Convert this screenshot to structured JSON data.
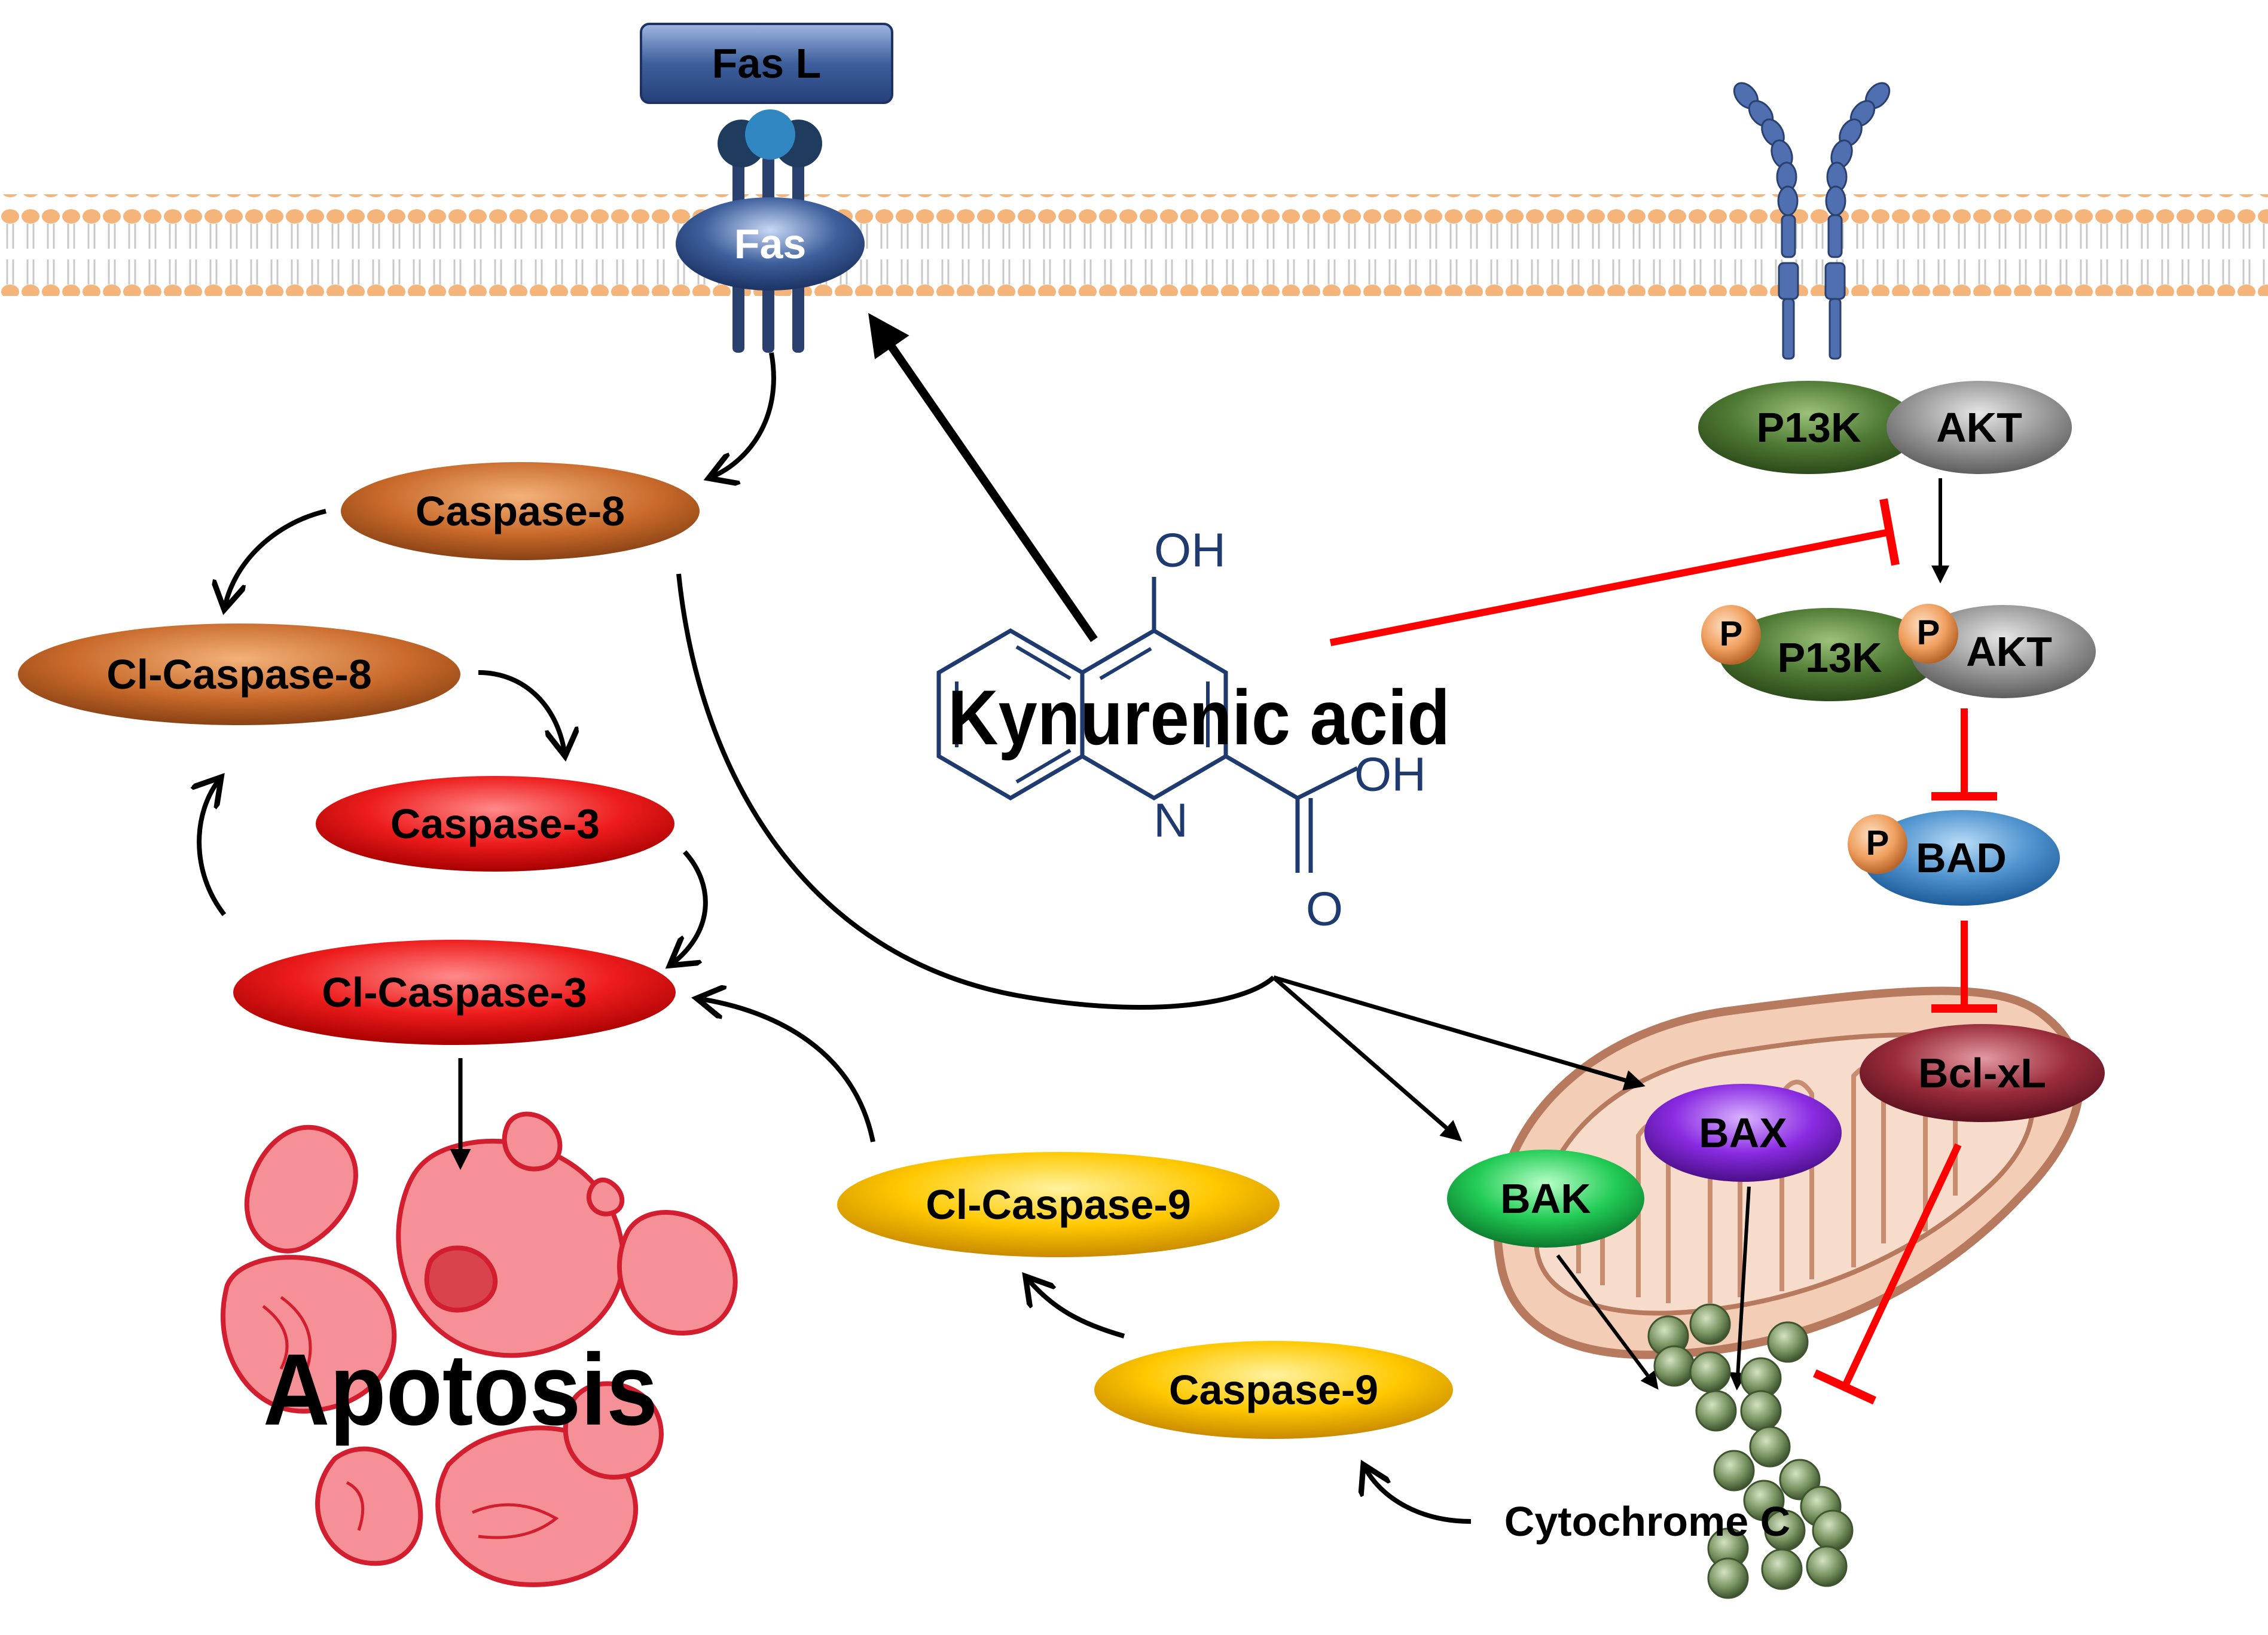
{
  "labels": {
    "fasl": "Fas L",
    "fas": "Fas",
    "caspase8": "Caspase-8",
    "cl_caspase8": "Cl-Caspase-8",
    "caspase3": "Caspase-3",
    "cl_caspase3": "Cl-Caspase-3",
    "cl_caspase9": "Cl-Caspase-9",
    "caspase9": "Caspase-9",
    "pi3k": "P13K",
    "akt": "AKT",
    "p_pi3k": "P13K",
    "p_akt": "AKT",
    "bad": "BAD",
    "bclxl": "Bcl-xL",
    "bax": "BAX",
    "bak": "BAK",
    "phospho": "P",
    "cytochrome": "Cytochrome C",
    "apoptosis": "Apotosis",
    "drug": "Kynurenic acid",
    "oh_top": "OH",
    "oh_side": "OH",
    "n_atom": "N",
    "o_atom": "O"
  },
  "colors": {
    "activation_arrow": "#000000",
    "inhibition": "#ff0000",
    "membrane_head": "#f5b47a",
    "receptor_blue": "#3d5f9c",
    "caspase8_brown": "#c8692a",
    "caspase3_red": "#ee1c1c",
    "caspase9_yellow": "#ffc800",
    "pi3k_green": "#4f7a34",
    "akt_gray": "#9a9a9a",
    "bad_blue": "#4f93cf",
    "bclxl_maroon": "#9b2c3b",
    "bax_purple": "#8a2be2",
    "bak_green": "#22cc55",
    "cytochrome_green": "#6f8a55",
    "molecule_blue": "#1e3a6e",
    "apoptosis_pink": "#f07f86"
  }
}
